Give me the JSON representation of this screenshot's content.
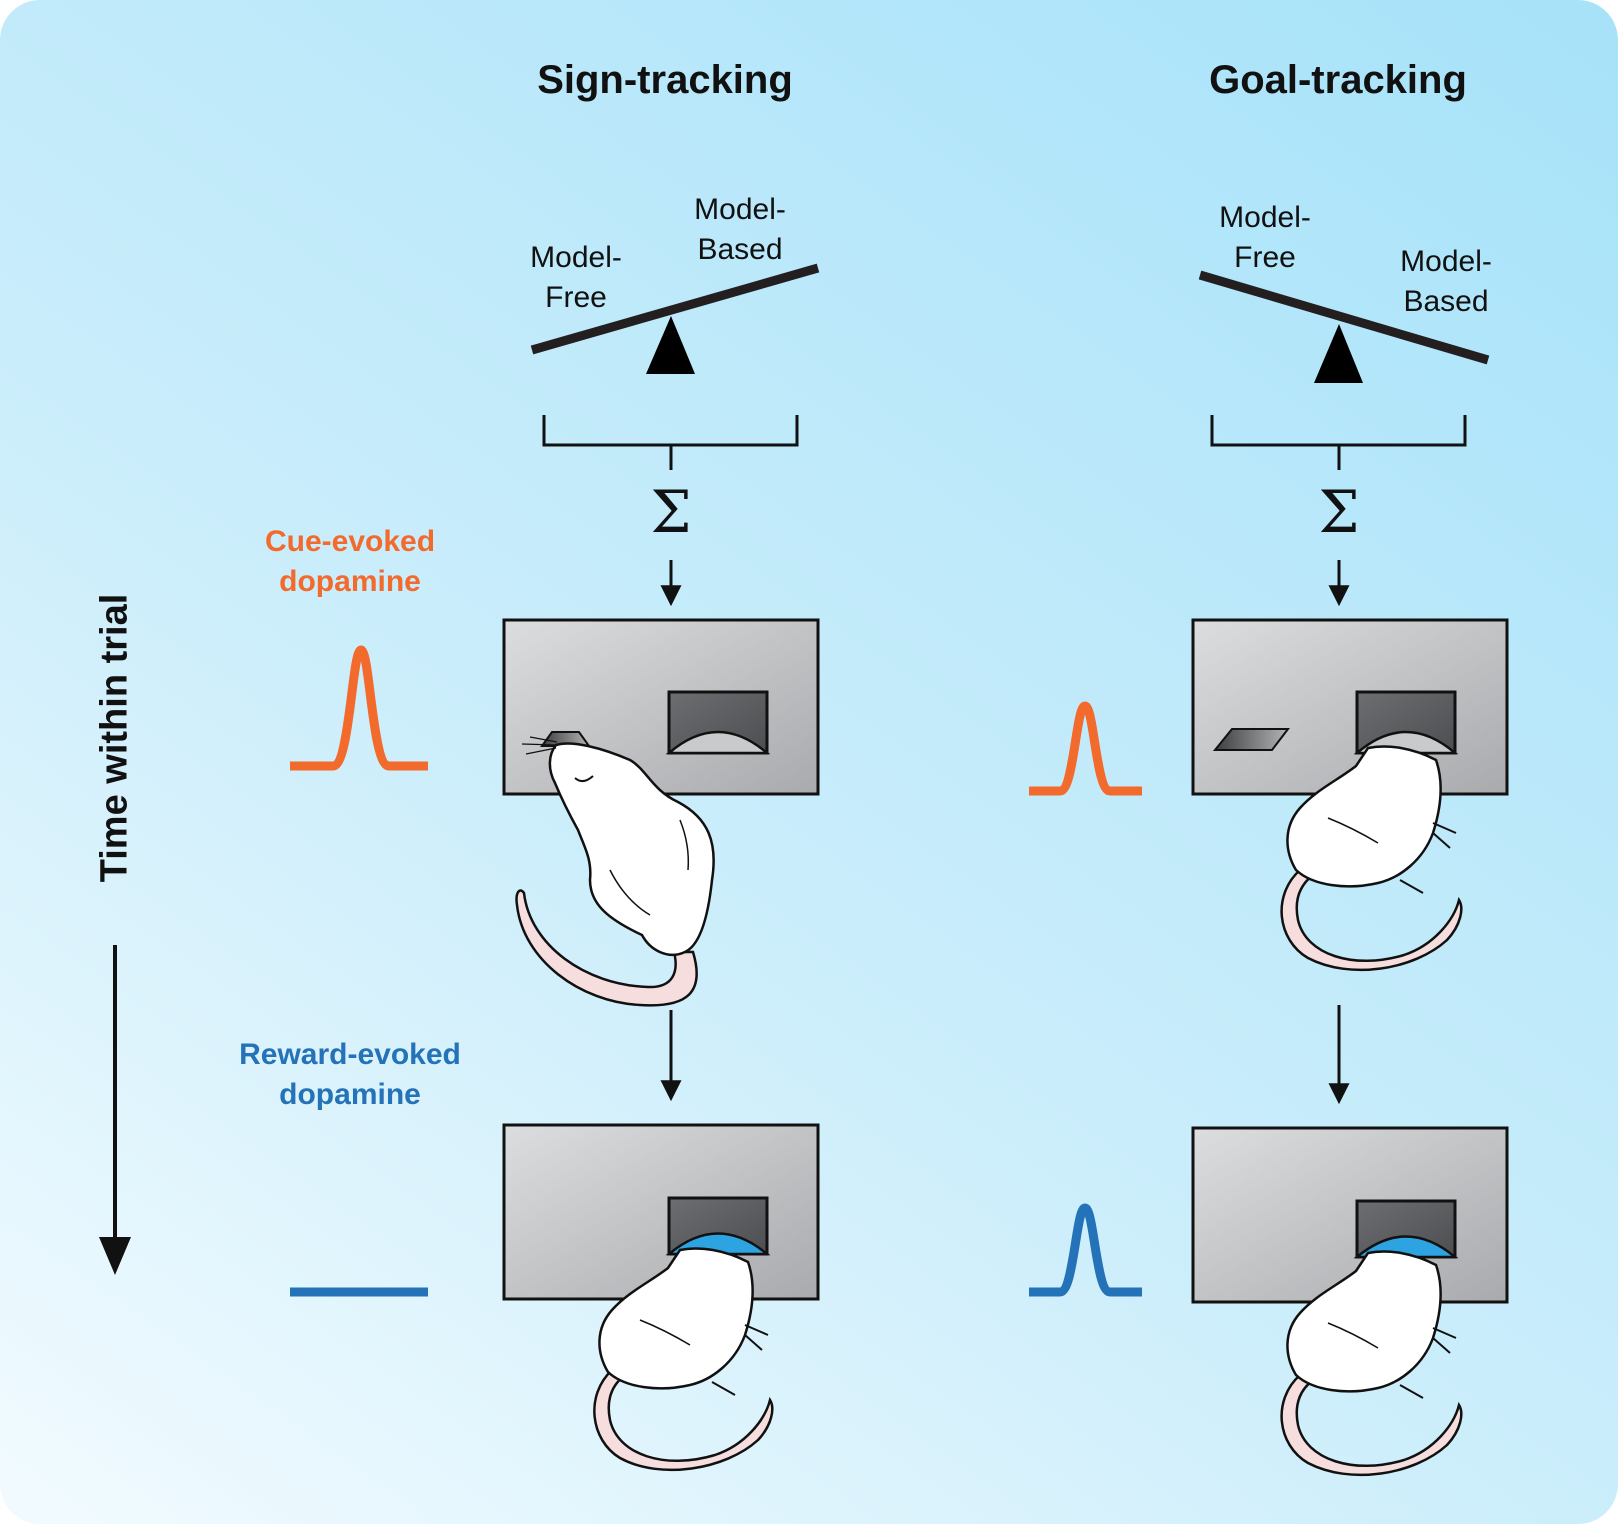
{
  "columns": {
    "sign_tracking": {
      "title": "Sign-tracking",
      "left_label": "Model-\nFree",
      "right_label": "Model-\nBased",
      "sum_symbol": "Σ"
    },
    "goal_tracking": {
      "title": "Goal-tracking",
      "left_label": "Model-\nFree",
      "right_label": "Model-\nBased",
      "sum_symbol": "Σ"
    }
  },
  "labels": {
    "cue_evoked": "Cue-evoked\ndopamine",
    "reward_evoked": "Reward-evoked\ndopamine",
    "time_axis": "Time within trial"
  },
  "colors": {
    "cue_dopamine": "#f26a2c",
    "reward_dopamine": "#2472b7",
    "reward_pellet": "#2ea3e2",
    "chamber": "#c6c7c9",
    "port": "#5c5d60",
    "tail": "#f7dede"
  },
  "icons": [
    "seesaw-icon",
    "brace-icon",
    "summation-icon",
    "rat-icon",
    "operant-chamber-icon",
    "lever-icon",
    "food-port-icon"
  ]
}
